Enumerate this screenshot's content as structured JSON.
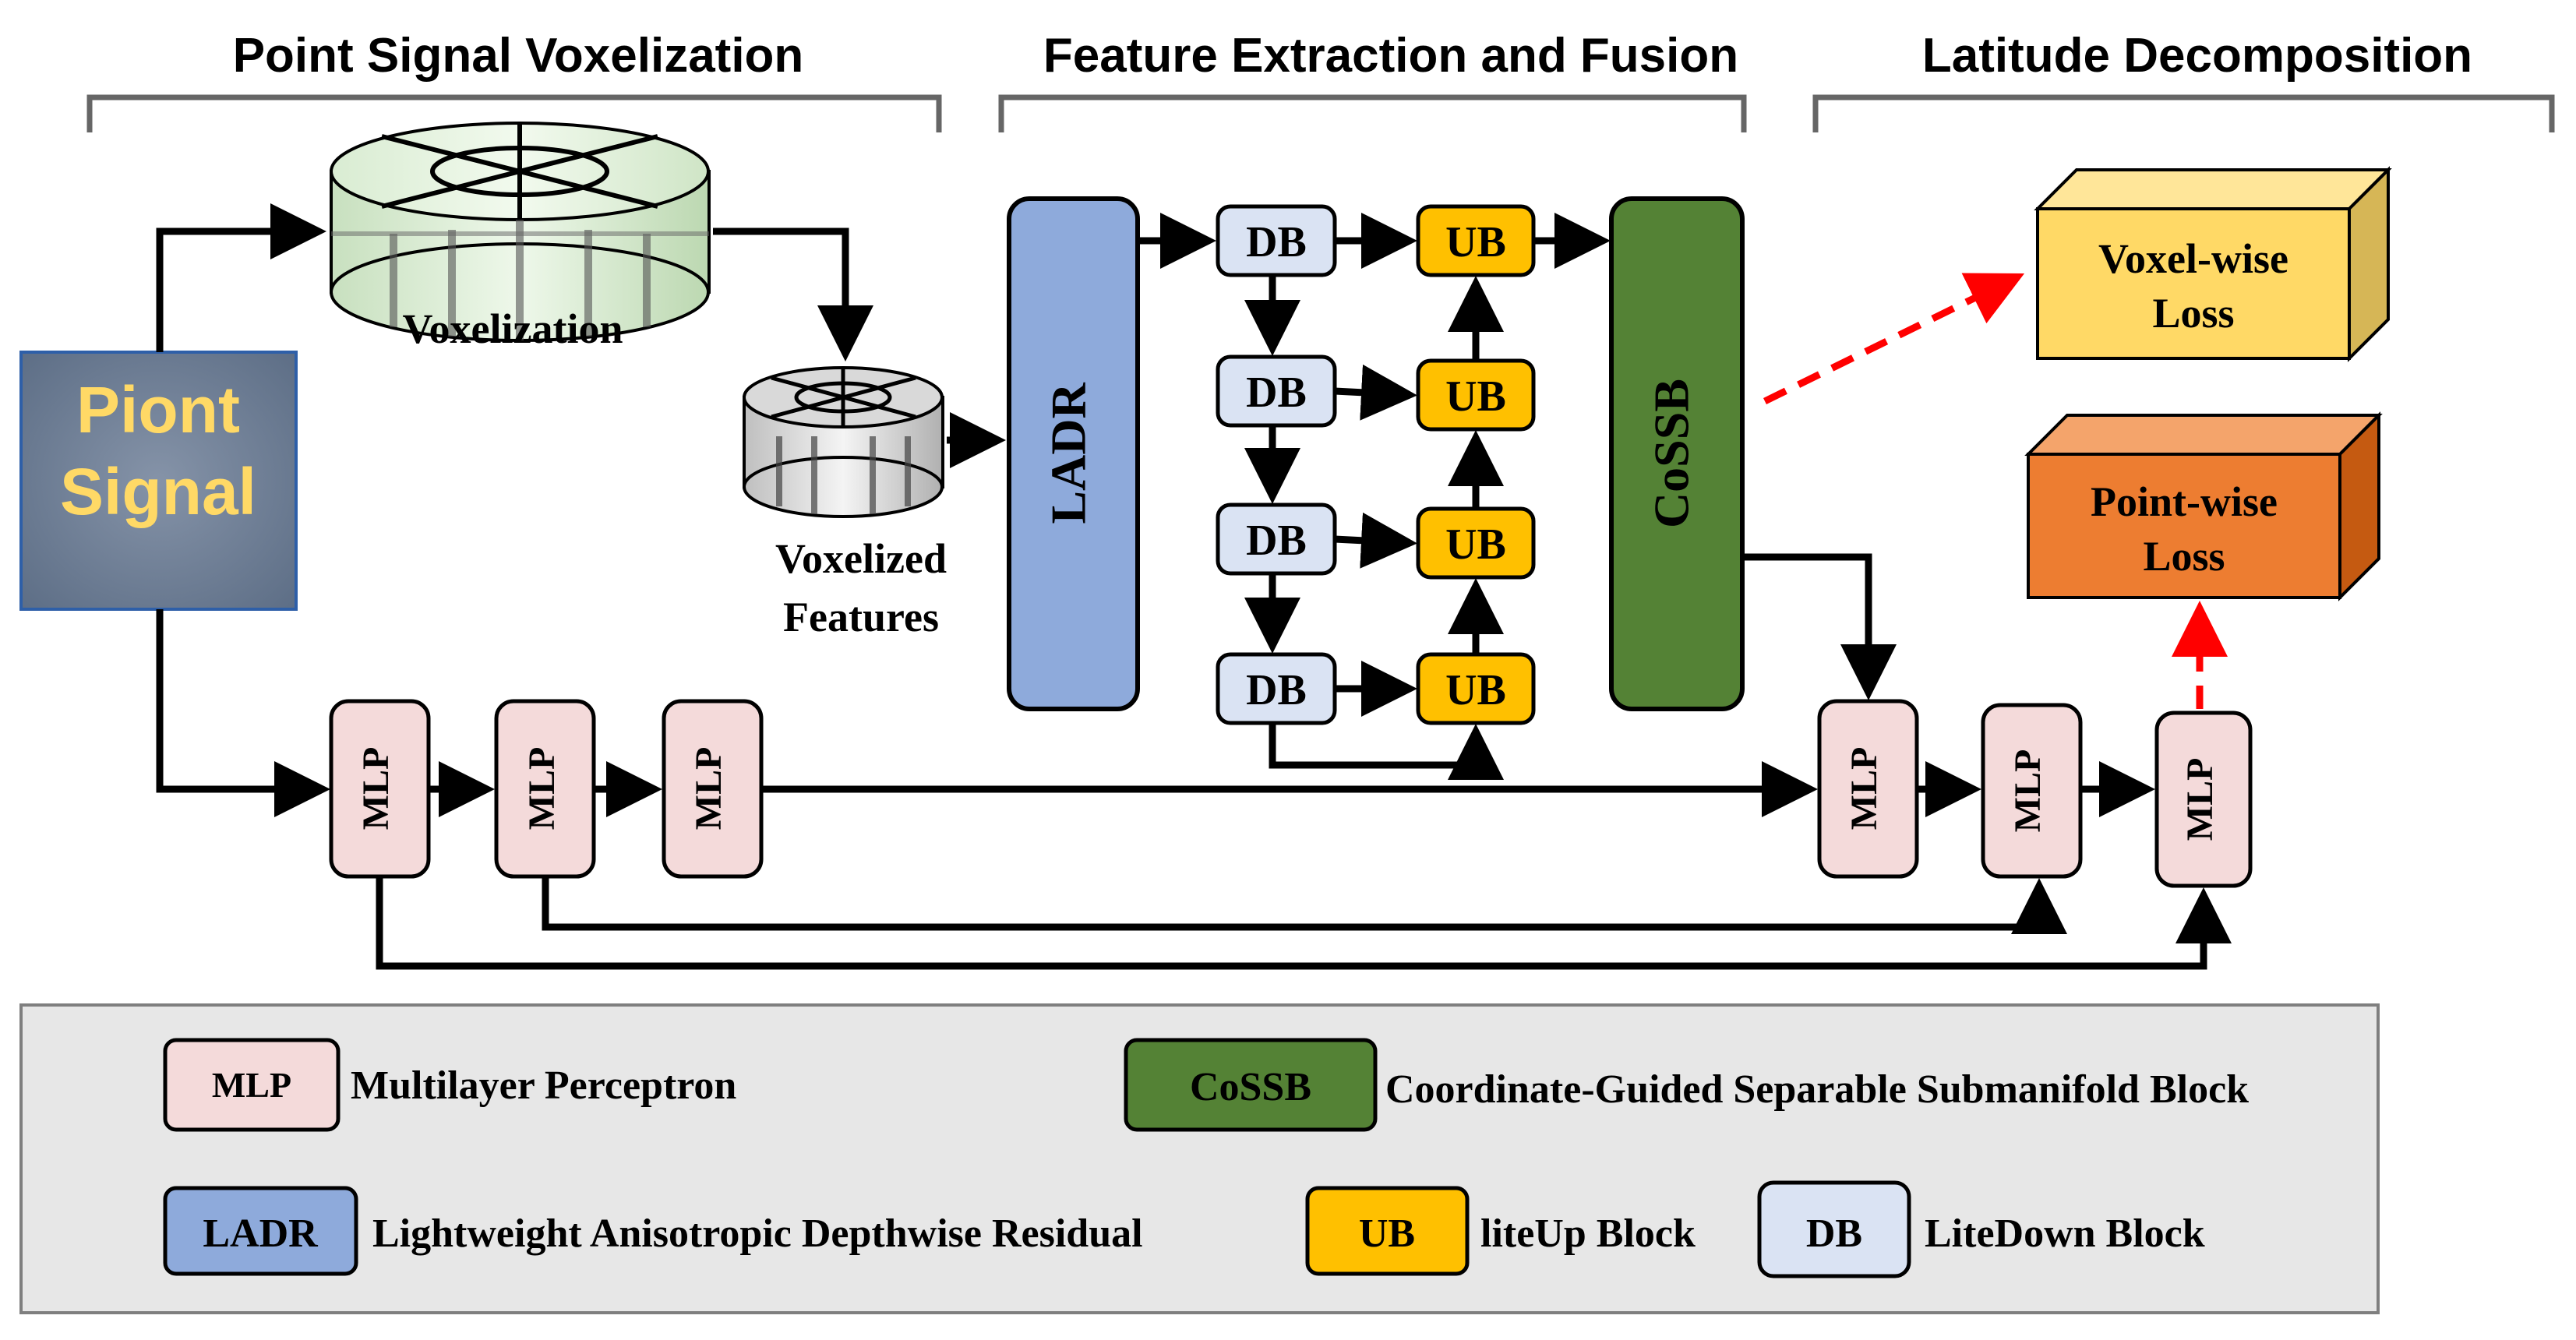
{
  "sections": {
    "voxelization": "Point Signal Voxelization",
    "feature": "Feature Extraction and Fusion",
    "latitude": "Latitude Decomposition"
  },
  "input": {
    "line1": "Piont",
    "line2": "Signal"
  },
  "labels": {
    "voxelization": "Voxelization",
    "voxelized_1": "Voxelized",
    "voxelized_2": "Features"
  },
  "blocks": {
    "ladr": "LADR",
    "cossb": "CoSSB",
    "db": "DB",
    "ub": "UB",
    "mlp": "MLP"
  },
  "losses": {
    "voxel_1": "Voxel-wise",
    "voxel_2": "Loss",
    "point_1": "Point-wise",
    "point_2": "Loss"
  },
  "legend": {
    "mlp_tag": "MLP",
    "mlp_desc": "Multilayer Perceptron",
    "cossb_tag": "CoSSB",
    "cossb_desc": "Coordinate-Guided Separable Submanifold Block",
    "ladr_tag": "LADR",
    "ladr_desc": "Lightweight Anisotropic Depthwise Residual",
    "ub_tag": "UB",
    "ub_desc": "liteUp Block",
    "db_tag": "DB",
    "db_desc": "LiteDown Block"
  },
  "colors": {
    "ladr": "#8eaadb",
    "cossb": "#548235",
    "db": "#dae3f3",
    "ub": "#ffc000",
    "mlp": "#f4dada",
    "voxel_loss": "#ffd966",
    "point_loss": "#ed7d31",
    "input_text": "#ffd966",
    "input_bg": "#6b7f99",
    "legend_bg": "#e7e7e7",
    "dashed_arrow": "#ff0000"
  }
}
